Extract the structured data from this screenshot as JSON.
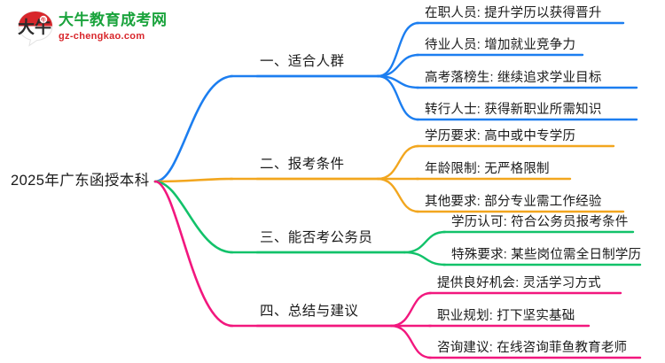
{
  "logo": {
    "mark_text": "大牛",
    "title": "大牛教育成考网",
    "subtitle": "gz-chengkao.com",
    "title_color": "#1aa33c",
    "subtitle_color": "#d8262b"
  },
  "mindmap": {
    "root": {
      "label": "2025年广东函授本科"
    },
    "branches": [
      {
        "label": "一、适合人群",
        "color": "#1c7ef0",
        "children": [
          {
            "label": "在职人员: 提升学历以获得晋升"
          },
          {
            "label": "待业人员: 增加就业竞争力"
          },
          {
            "label": "高考落榜生: 继续追求学业目标"
          },
          {
            "label": "转行人士: 获得新职业所需知识"
          }
        ]
      },
      {
        "label": "二、报考条件",
        "color": "#f2a61e",
        "children": [
          {
            "label": "学历要求: 高中或中专学历"
          },
          {
            "label": "年龄限制: 无严格限制"
          },
          {
            "label": "其他要求: 部分专业需工作经验"
          }
        ]
      },
      {
        "label": "三、能否考公务员",
        "color": "#12c26a",
        "children": [
          {
            "label": "学历认可: 符合公务员报考条件"
          },
          {
            "label": "特殊要求: 某些岗位需全日制学历"
          }
        ]
      },
      {
        "label": "四、总结与建议",
        "color": "#f2177e",
        "children": [
          {
            "label": "提供良好机会: 灵活学习方式"
          },
          {
            "label": "职业规划: 打下坚实基础"
          },
          {
            "label": "咨询建议: 在线咨询菲鱼教育老师"
          }
        ]
      }
    ]
  }
}
